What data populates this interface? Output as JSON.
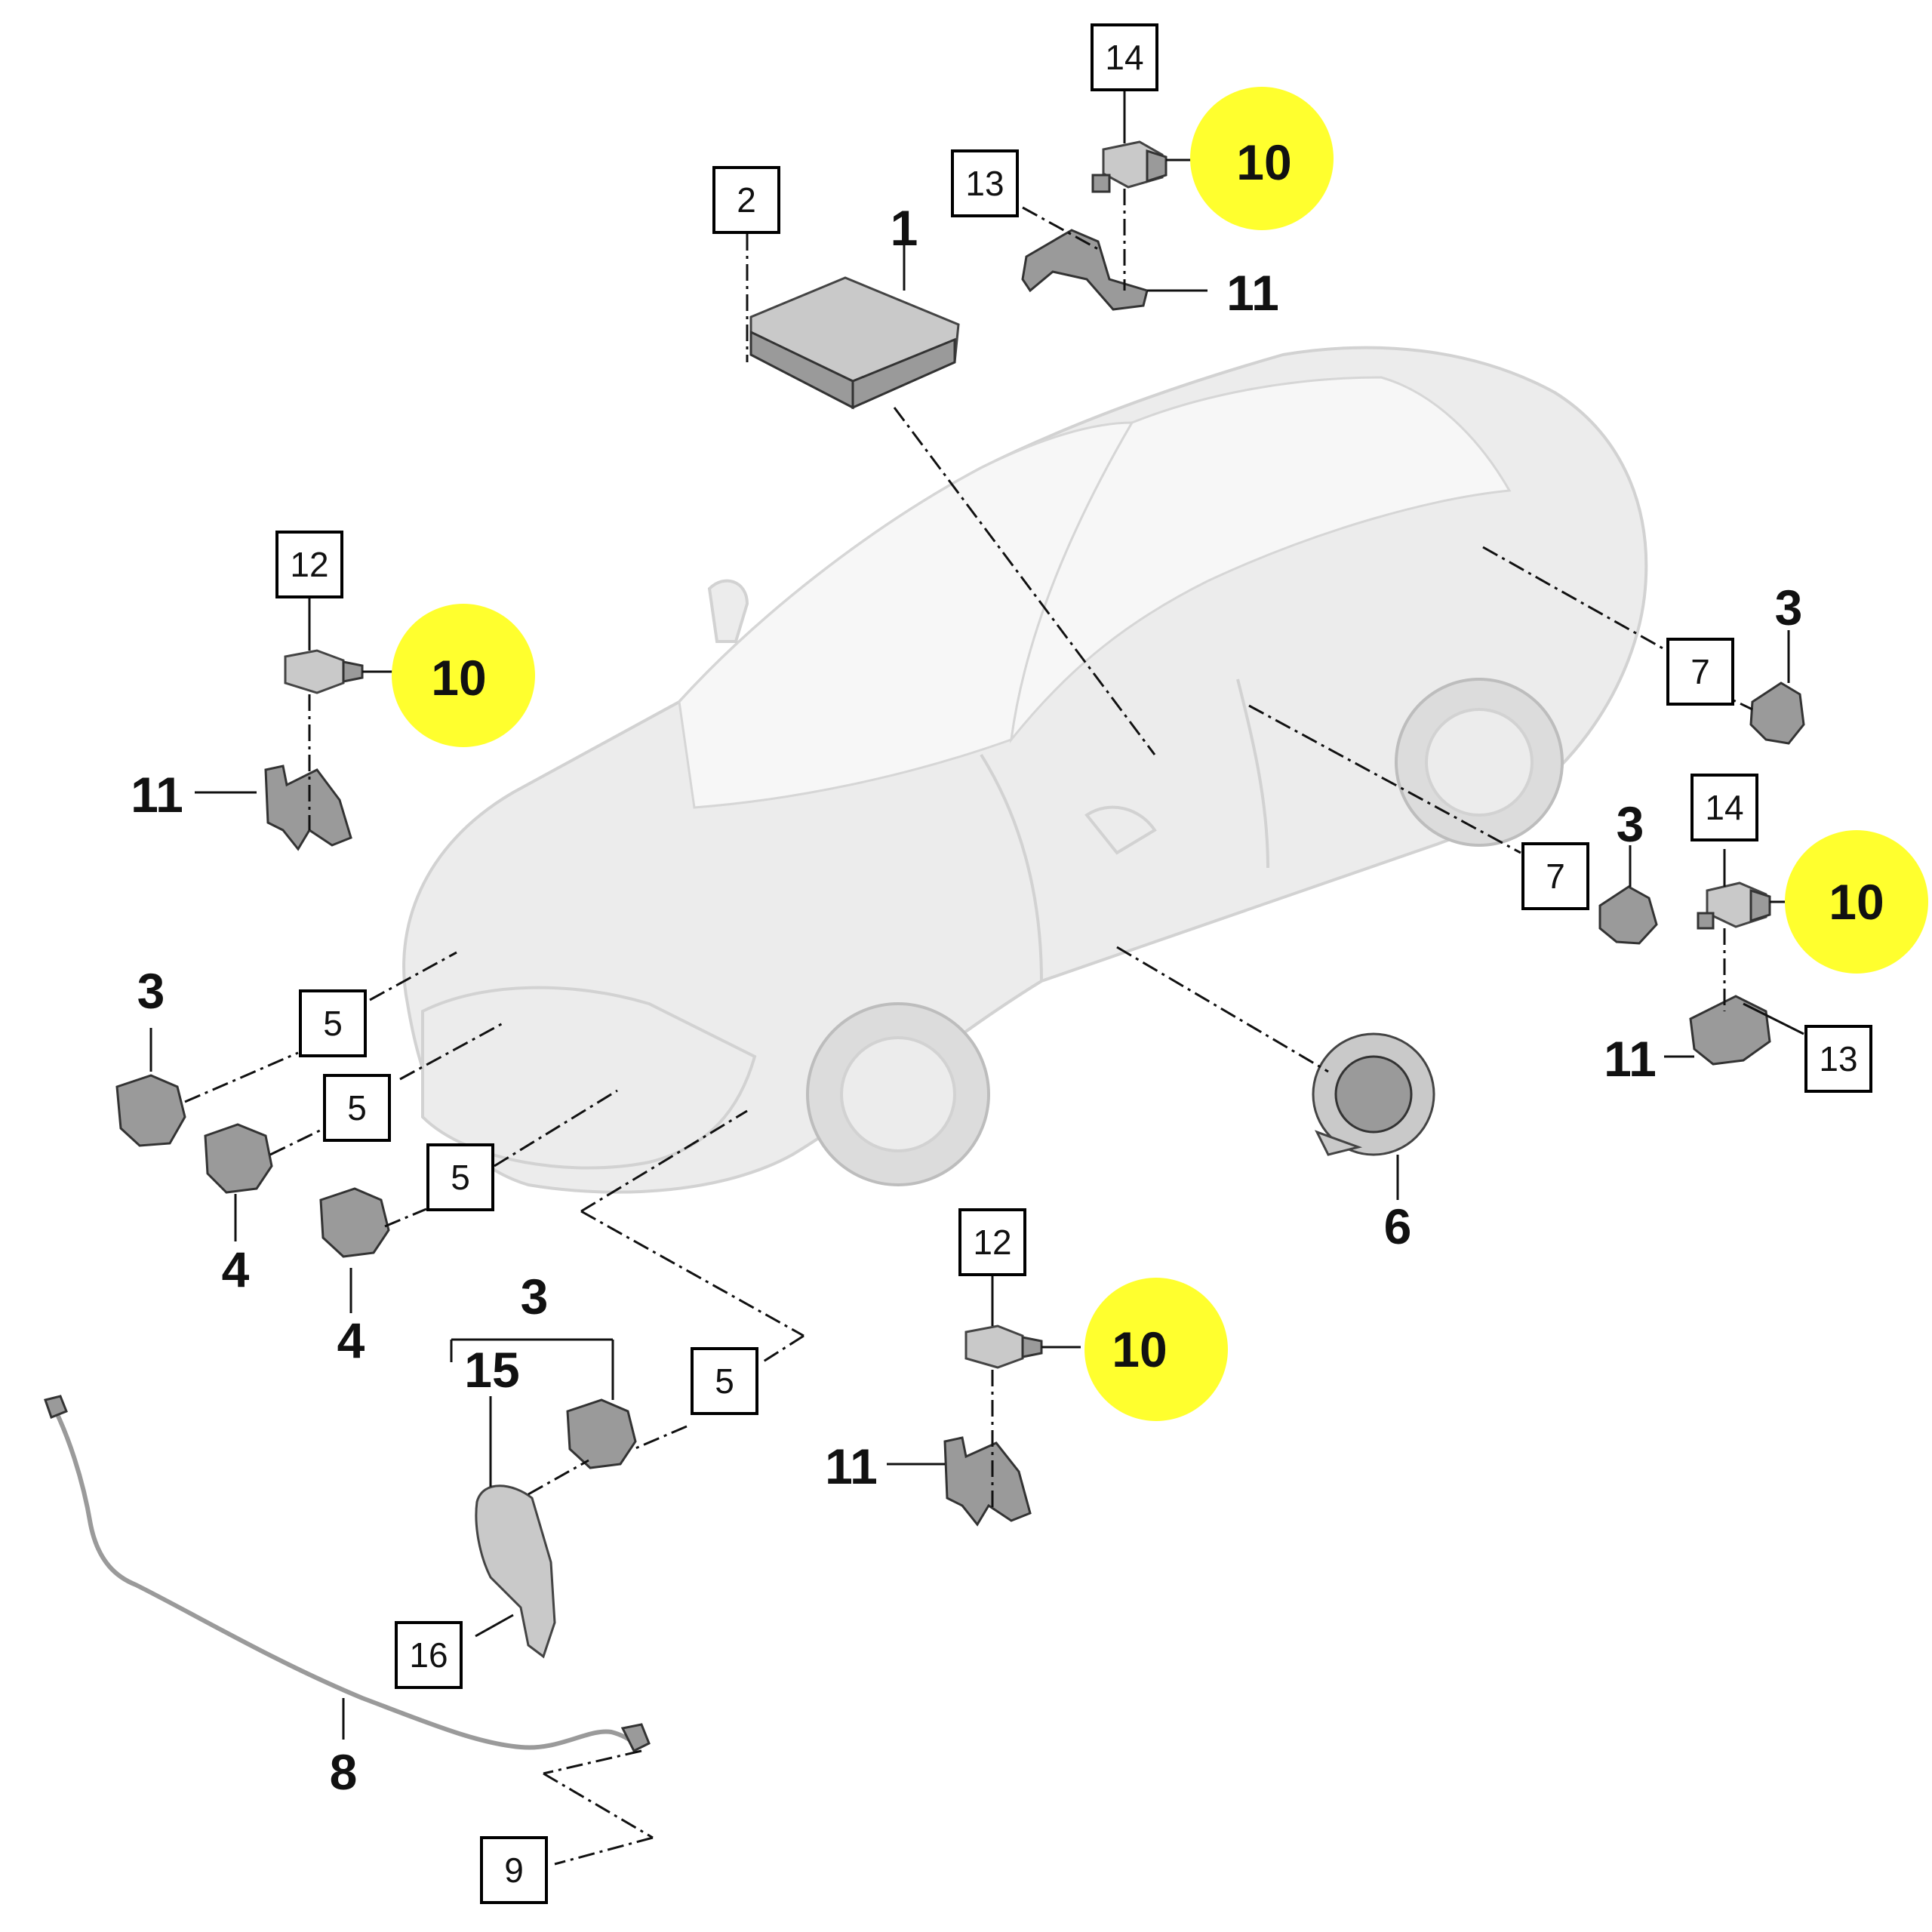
{
  "highlight_color": "#ffff2e",
  "callouts": {
    "c1": "1",
    "c2": "2",
    "c3a": "3",
    "c3b": "3",
    "c3c": "3",
    "c3d": "3",
    "c4a": "4",
    "c4b": "4",
    "c5a": "5",
    "c5b": "5",
    "c5c": "5",
    "c5d": "5",
    "c6": "6",
    "c7a": "7",
    "c7b": "7",
    "c8": "8",
    "c9": "9",
    "c10a": "10",
    "c10b": "10",
    "c10c": "10",
    "c10d": "10",
    "c11a": "11",
    "c11b": "11",
    "c11c": "11",
    "c11d": "11",
    "c12a": "12",
    "c12b": "12",
    "c13a": "13",
    "c13b": "13",
    "c14a": "14",
    "c14b": "14",
    "c15": "15",
    "c16": "16"
  }
}
